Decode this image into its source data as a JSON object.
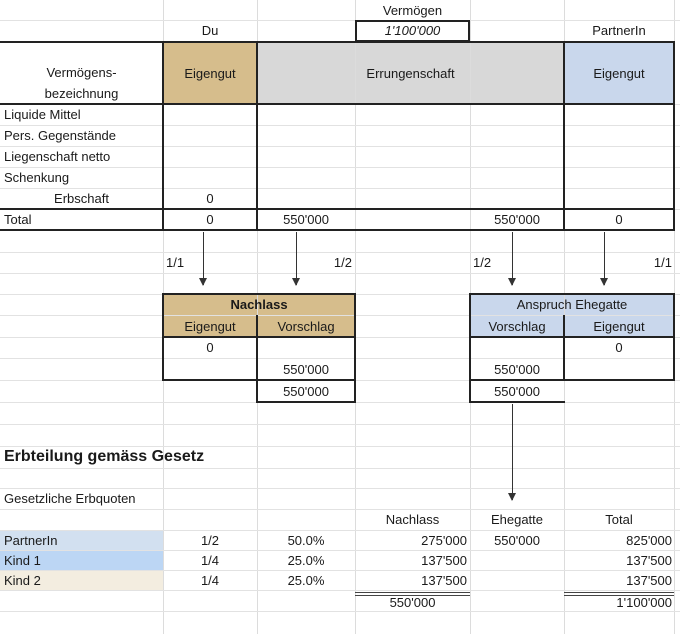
{
  "colors": {
    "tan": "#d6bd8c",
    "grey": "#d8d8d8",
    "blue": "#c9d7ec",
    "rowBlue": "#d2e0f0",
    "rowLightBlue": "#bcd6f4",
    "rowBeige": "#f3ede0"
  },
  "top": {
    "du": "Du",
    "vermoegen": "Vermögen",
    "vermoegen_value": "1'100'000",
    "partnerin": "PartnerIn"
  },
  "header": {
    "bez1": "Vermögens-",
    "bez2": "bezeichnung",
    "eigengut_left": "Eigengut",
    "errungenschaft": "Errungenschaft",
    "eigengut_right": "Eigengut"
  },
  "rows": {
    "liquide": "Liquide Mittel",
    "pers": "Pers. Gegenstände",
    "liegenschaft": "Liegenschaft netto",
    "schenkung": "Schenkung",
    "erbschaft": "Erbschaft",
    "erbschaft_val": "0",
    "total": "Total",
    "total_eigen_left": "0",
    "total_err_left": "550'000",
    "total_err_right": "550'000",
    "total_eigen_right": "0"
  },
  "fractions": {
    "a": "1/1",
    "b": "1/2",
    "c": "1/2",
    "d": "1/1"
  },
  "nachlass": {
    "title": "Nachlass",
    "eigengut": "Eigengut",
    "vorschlag": "Vorschlag",
    "eigengut_val": "0",
    "vorschlag_val": "550'000",
    "sum": "550'000"
  },
  "anspruch": {
    "title": "Anspruch Ehegatte",
    "vorschlag": "Vorschlag",
    "eigengut": "Eigengut",
    "eigengut_val": "0",
    "vorschlag_val": "550'000",
    "sum": "550'000"
  },
  "erbteilung": {
    "title": "Erbteilung gemäss Gesetz",
    "subtitle": "Gesetzliche Erbquoten",
    "columns": {
      "nachlass": "Nachlass",
      "ehegatte": "Ehegatte",
      "total": "Total"
    },
    "heirs": [
      {
        "name": "PartnerIn",
        "frac": "1/2",
        "pct": "50.0%",
        "nachlass": "275'000",
        "ehegatte": "550'000",
        "total": "825'000"
      },
      {
        "name": "Kind 1",
        "frac": "1/4",
        "pct": "25.0%",
        "nachlass": "137'500",
        "ehegatte": "",
        "total": "137'500"
      },
      {
        "name": "Kind 2",
        "frac": "1/4",
        "pct": "25.0%",
        "nachlass": "137'500",
        "ehegatte": "",
        "total": "137'500"
      }
    ],
    "sum_nachlass": "550'000",
    "sum_total": "1'100'000"
  }
}
